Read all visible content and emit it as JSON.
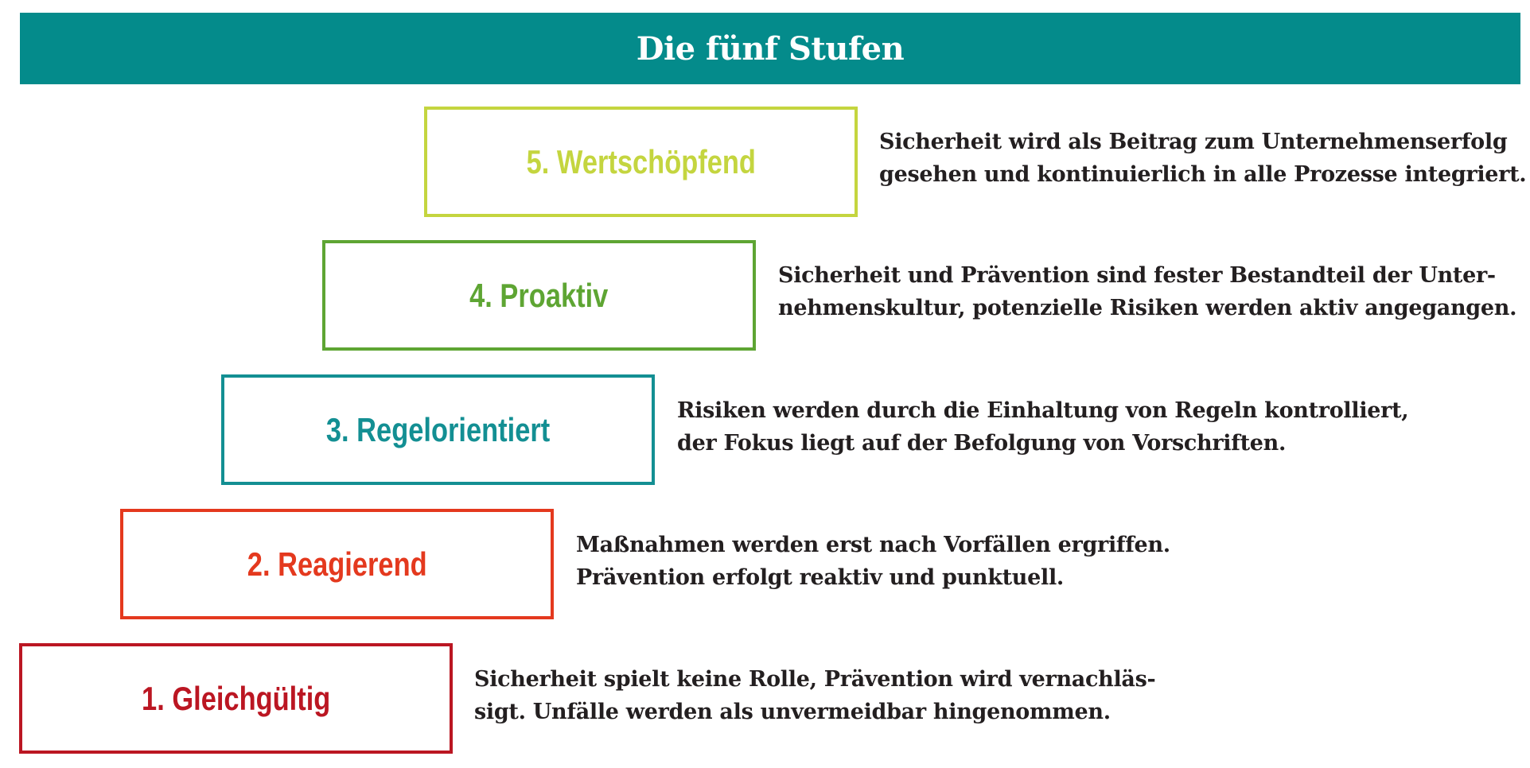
{
  "header": {
    "title": "Die fünf Stufen",
    "color": "#048b8b"
  },
  "stages": [
    {
      "label": "5. Wertschöpfend",
      "color": "#c4d53f",
      "description": [
        "Sicherheit wird als Beitrag zum Unternehmenserfolg",
        "gesehen und kontinuierlich in alle Prozesse integriert."
      ]
    },
    {
      "label": "4. Proaktiv",
      "color": "#5ea533",
      "description": [
        "Sicherheit und Prävention sind fester Bestandteil der Unter-",
        "nehmenskultur, potenzielle Risiken werden aktiv angegangen."
      ]
    },
    {
      "label": "3. Regelorientiert",
      "color": "#138f93",
      "description": [
        "Risiken werden durch die Einhaltung von Regeln kontrolliert,",
        "der Fokus liegt auf der Befolgung von Vorschriften."
      ]
    },
    {
      "label": "2. Reagierend",
      "color": "#e4391e",
      "description": [
        "Maßnahmen werden erst nach Vorfällen ergriffen.",
        "Prävention erfolgt reaktiv und punktuell."
      ]
    },
    {
      "label": "1. Gleichgültig",
      "color": "#bb1622",
      "description": [
        "Sicherheit spielt keine Rolle, Prävention wird vernachläs-",
        "sigt. Unfälle werden als unvermeidbar hingenommen."
      ]
    }
  ]
}
